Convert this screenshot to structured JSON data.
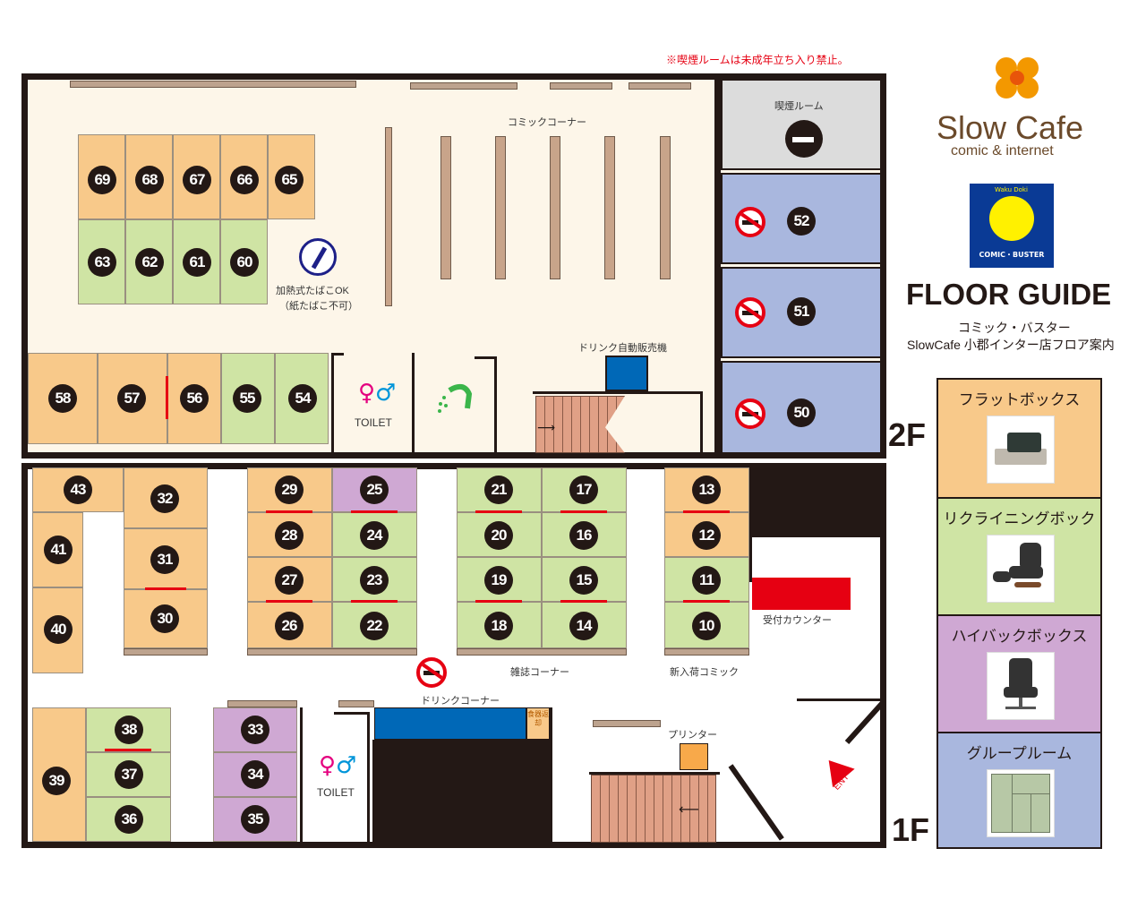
{
  "notice": "※喫煙ルームは未成年立ち入り禁止。",
  "brand": {
    "name": "Slow Cafe",
    "sub": "comic & internet",
    "badge_text": "COMIC・BUSTER",
    "badge_top": "Waku Doki",
    "guide_title": "FLOOR GUIDE",
    "guide_sub1": "コミック・バスター",
    "guide_sub2": "SlowCafe 小郡インター店フロア案内"
  },
  "floors": {
    "upper": "2F",
    "lower": "1F"
  },
  "labels_2f": {
    "comic_corner": "コミックコーナー",
    "smoking_room": "喫煙ルーム",
    "heated_tobacco_1": "加熱式たばこOK",
    "heated_tobacco_2": "（紙たばこ不可）",
    "vending": "ドリンク自動販売機",
    "toilet": "TOILET"
  },
  "labels_1f": {
    "magazine": "雑誌コーナー",
    "new_arrivals": "新入荷コミック",
    "reception": "受付カウンター",
    "drink": "ドリンクコーナー",
    "tableware": "食器返却",
    "printer": "プリンター",
    "toilet": "TOILET",
    "entrance": "ENT"
  },
  "rooms_2f": {
    "r69": "69",
    "r68": "68",
    "r67": "67",
    "r66": "66",
    "r65": "65",
    "r63": "63",
    "r62": "62",
    "r61": "61",
    "r60": "60",
    "r58": "58",
    "r57": "57",
    "r56": "56",
    "r55": "55",
    "r54": "54",
    "r52": "52",
    "r51": "51",
    "r50": "50"
  },
  "rooms_1f": {
    "r43": "43",
    "r41": "41",
    "r40": "40",
    "r32": "32",
    "r31": "31",
    "r30": "30",
    "r29": "29",
    "r28": "28",
    "r27": "27",
    "r26": "26",
    "r25": "25",
    "r24": "24",
    "r23": "23",
    "r22": "22",
    "r21": "21",
    "r20": "20",
    "r19": "19",
    "r18": "18",
    "r17": "17",
    "r16": "16",
    "r15": "15",
    "r14": "14",
    "r13": "13",
    "r12": "12",
    "r11": "11",
    "r10": "10",
    "r39": "39",
    "r38": "38",
    "r37": "37",
    "r36": "36",
    "r33": "33",
    "r34": "34",
    "r35": "35"
  },
  "legend": [
    {
      "label": "フラットボックス",
      "color": "#f8c98a",
      "icon": "flat-mat-icon"
    },
    {
      "label": "リクライニングボックス",
      "color": "#cfe4a4",
      "icon": "reclining-chair-icon"
    },
    {
      "label": "ハイバックボックス",
      "color": "#cfa8d3",
      "icon": "high-back-chair-icon"
    },
    {
      "label": "グループルーム",
      "color": "#a9b7de",
      "icon": "tatami-room-icon"
    }
  ]
}
